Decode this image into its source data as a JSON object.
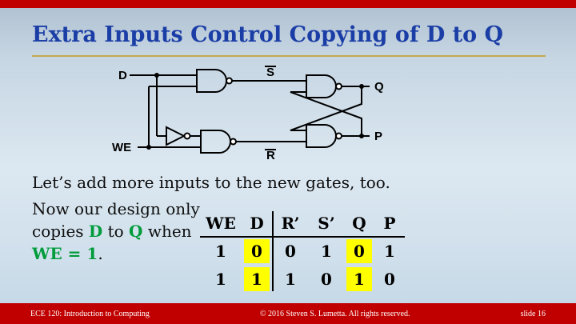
{
  "slide": {
    "title": "Extra Inputs Control Copying of D to Q",
    "colors": {
      "red_bar": "#c00000",
      "title_blue": "#1b3ea6",
      "accent_green": "#009b3a",
      "highlight_yellow": "#ffff00",
      "rule_gold": "#c2a94f"
    }
  },
  "circuit": {
    "labels": {
      "d": "D",
      "we": "WE",
      "s": "S",
      "r": "R",
      "q": "Q",
      "p": "P"
    }
  },
  "body": {
    "line1": "Let’s add more inputs to the new gates, too.",
    "para2": {
      "t1": "Now our design only",
      "t2": "copies ",
      "d": "D",
      "t3": " to ",
      "q": "Q",
      "t4": " when",
      "we": "WE = 1",
      "dot": "."
    }
  },
  "table": {
    "headers": [
      "WE",
      "D",
      "R’",
      "S’",
      "Q",
      "P"
    ],
    "rows": [
      [
        "1",
        "0",
        "0",
        "1",
        "0",
        "1"
      ],
      [
        "1",
        "1",
        "1",
        "0",
        "1",
        "0"
      ]
    ],
    "highlight_columns": [
      1,
      4
    ],
    "highlight_color": "#ffff00"
  },
  "footer": {
    "left": "ECE 120: Introduction to Computing",
    "center": "© 2016 Steven S. Lumetta.  All rights reserved.",
    "right": "slide 16"
  }
}
